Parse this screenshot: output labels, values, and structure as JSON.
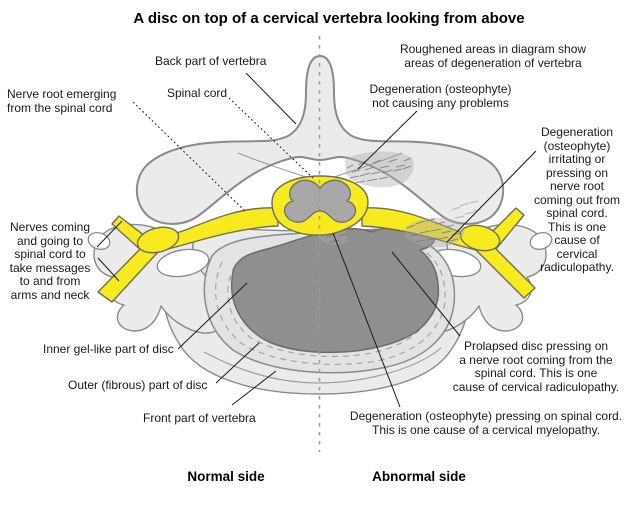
{
  "title": "A disc on top of a cervical vertebra looking from above",
  "annotations": {
    "back_part": "Back part of vertebra",
    "spinal_cord": "Spinal cord",
    "nerve_root": "Nerve root emerging\nfrom the spinal cord",
    "nerves_messages": "Nerves coming\nand going to\nspinal cord to\ntake messages\nto and from\narms and neck",
    "roughened_note": "Roughened areas in diagram show\nareas of degeneration of vertebra",
    "deg_no_problem": "Degeneration (osteophyte)\nnot causing any problems",
    "deg_nerve_root": "Degeneration\n(osteophyte)\nirritating or\npressing on\nnerve root\ncoming out from\nspinal cord.\nThis is one\ncause of\ncervical\nradiculopathy.",
    "prolapsed_disc": "Prolapsed disc pressing on\na nerve root coming from the\nspinal cord. This is one\ncause of cervical radiculopathy.",
    "deg_spinal_cord": "Degeneration (osteophyte) pressing on spinal cord.\nThis is one cause of a cervical myelopathy.",
    "inner_gel": "Inner gel-like part of disc",
    "outer_fibrous": "Outer (fibrous) part of disc",
    "front_part": "Front part of vertebra"
  },
  "sides": {
    "normal": "Normal side",
    "abnormal": "Abnormal side"
  },
  "colors": {
    "nerve_yellow": "#F7EA1F",
    "bone_light": "#EBEBEB",
    "bone_outline": "#8A8A8A",
    "disc_ring": "#E3E3E3",
    "disc_gel": "#8F8F8F",
    "cord_gray": "#A8A8A8",
    "text": "#1A1A1A"
  }
}
